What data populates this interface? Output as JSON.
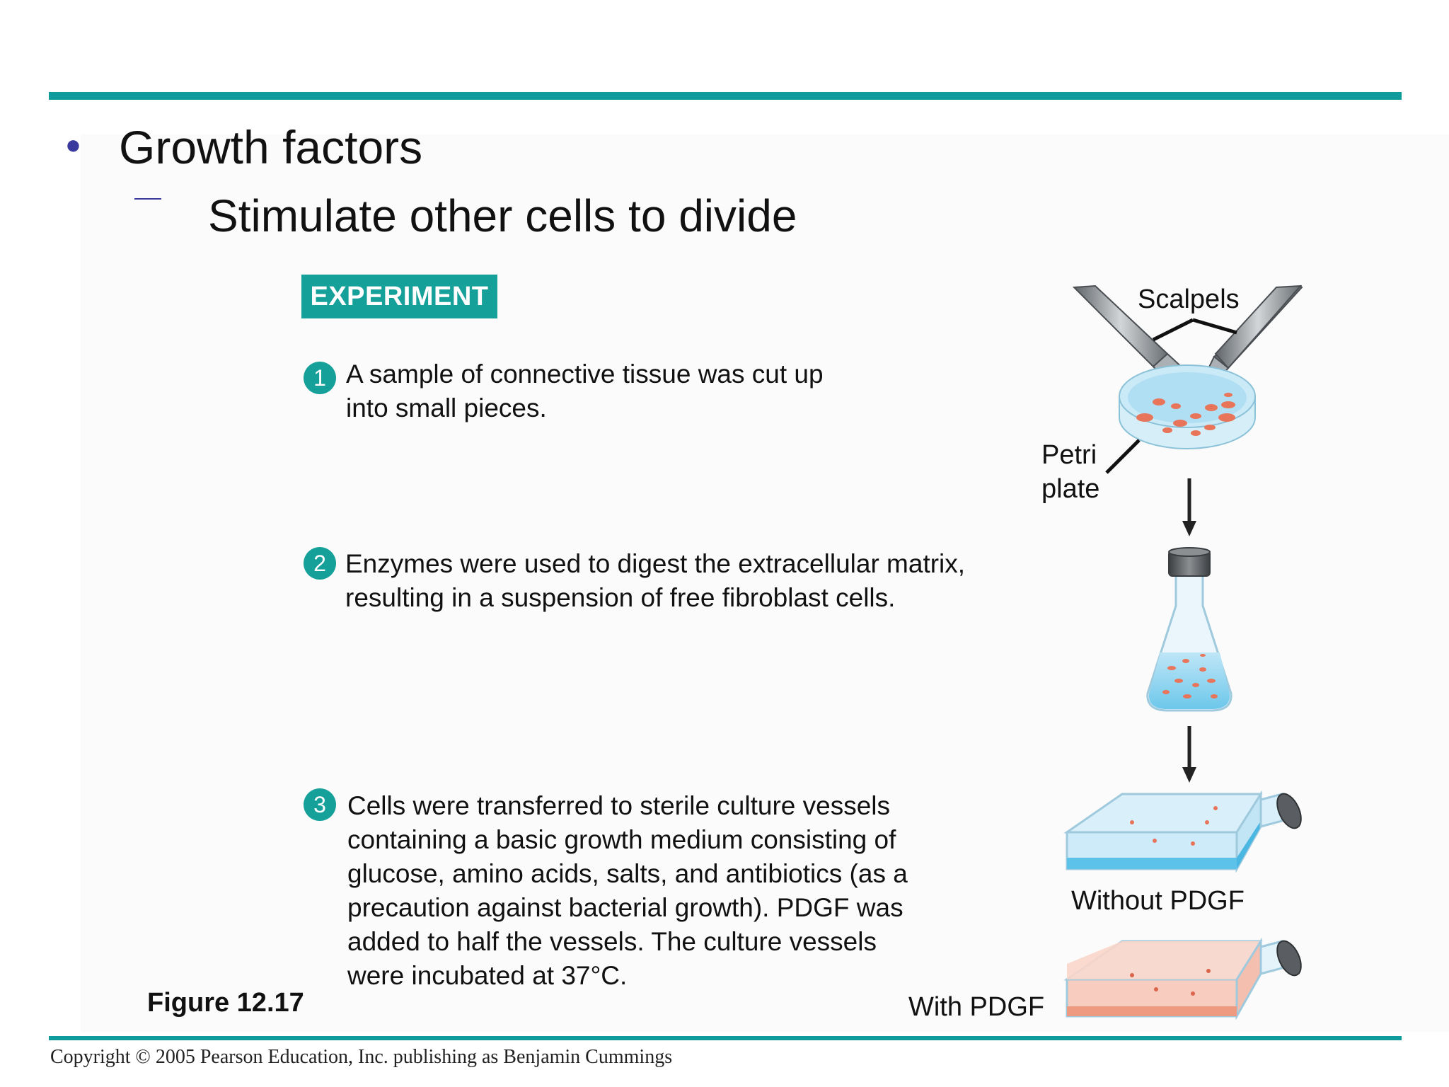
{
  "slide": {
    "bullet_title": "Growth factors",
    "sub_bullet": "Stimulate other cells to divide",
    "experiment_label": "EXPERIMENT",
    "steps": [
      {
        "number": "1",
        "lines": [
          "A sample of connective tissue was cut up",
          "into small pieces."
        ]
      },
      {
        "number": "2",
        "lines": [
          "Enzymes were used to digest the extracellular matrix,",
          "resulting in a suspension of free fibroblast cells."
        ]
      },
      {
        "number": "3",
        "lines": [
          "Cells were transferred to sterile culture vessels",
          "containing a basic growth medium consisting of",
          "glucose, amino acids, salts, and antibiotics (as a",
          "precaution against bacterial growth). PDGF was",
          "added to half the vessels. The culture vessels",
          "were incubated at 37°C."
        ]
      }
    ],
    "labels": {
      "scalpels": "Scalpels",
      "petri_line1": "Petri",
      "petri_line2": "plate",
      "without_pdgf": "Without PDGF",
      "with_pdgf": "With PDGF"
    },
    "figure_label": "Figure 12.17",
    "copyright": "Copyright © 2005 Pearson Education, Inc. publishing as Benjamin Cummings"
  },
  "colors": {
    "accent_teal": "#16a09a",
    "rule_teal": "#0f9b9b",
    "bullet_blue": "#3a3a9e",
    "medium_blue": "#9fd8f0",
    "medium_pink": "#f6b9a8",
    "cell_salmon": "#e8745a"
  }
}
